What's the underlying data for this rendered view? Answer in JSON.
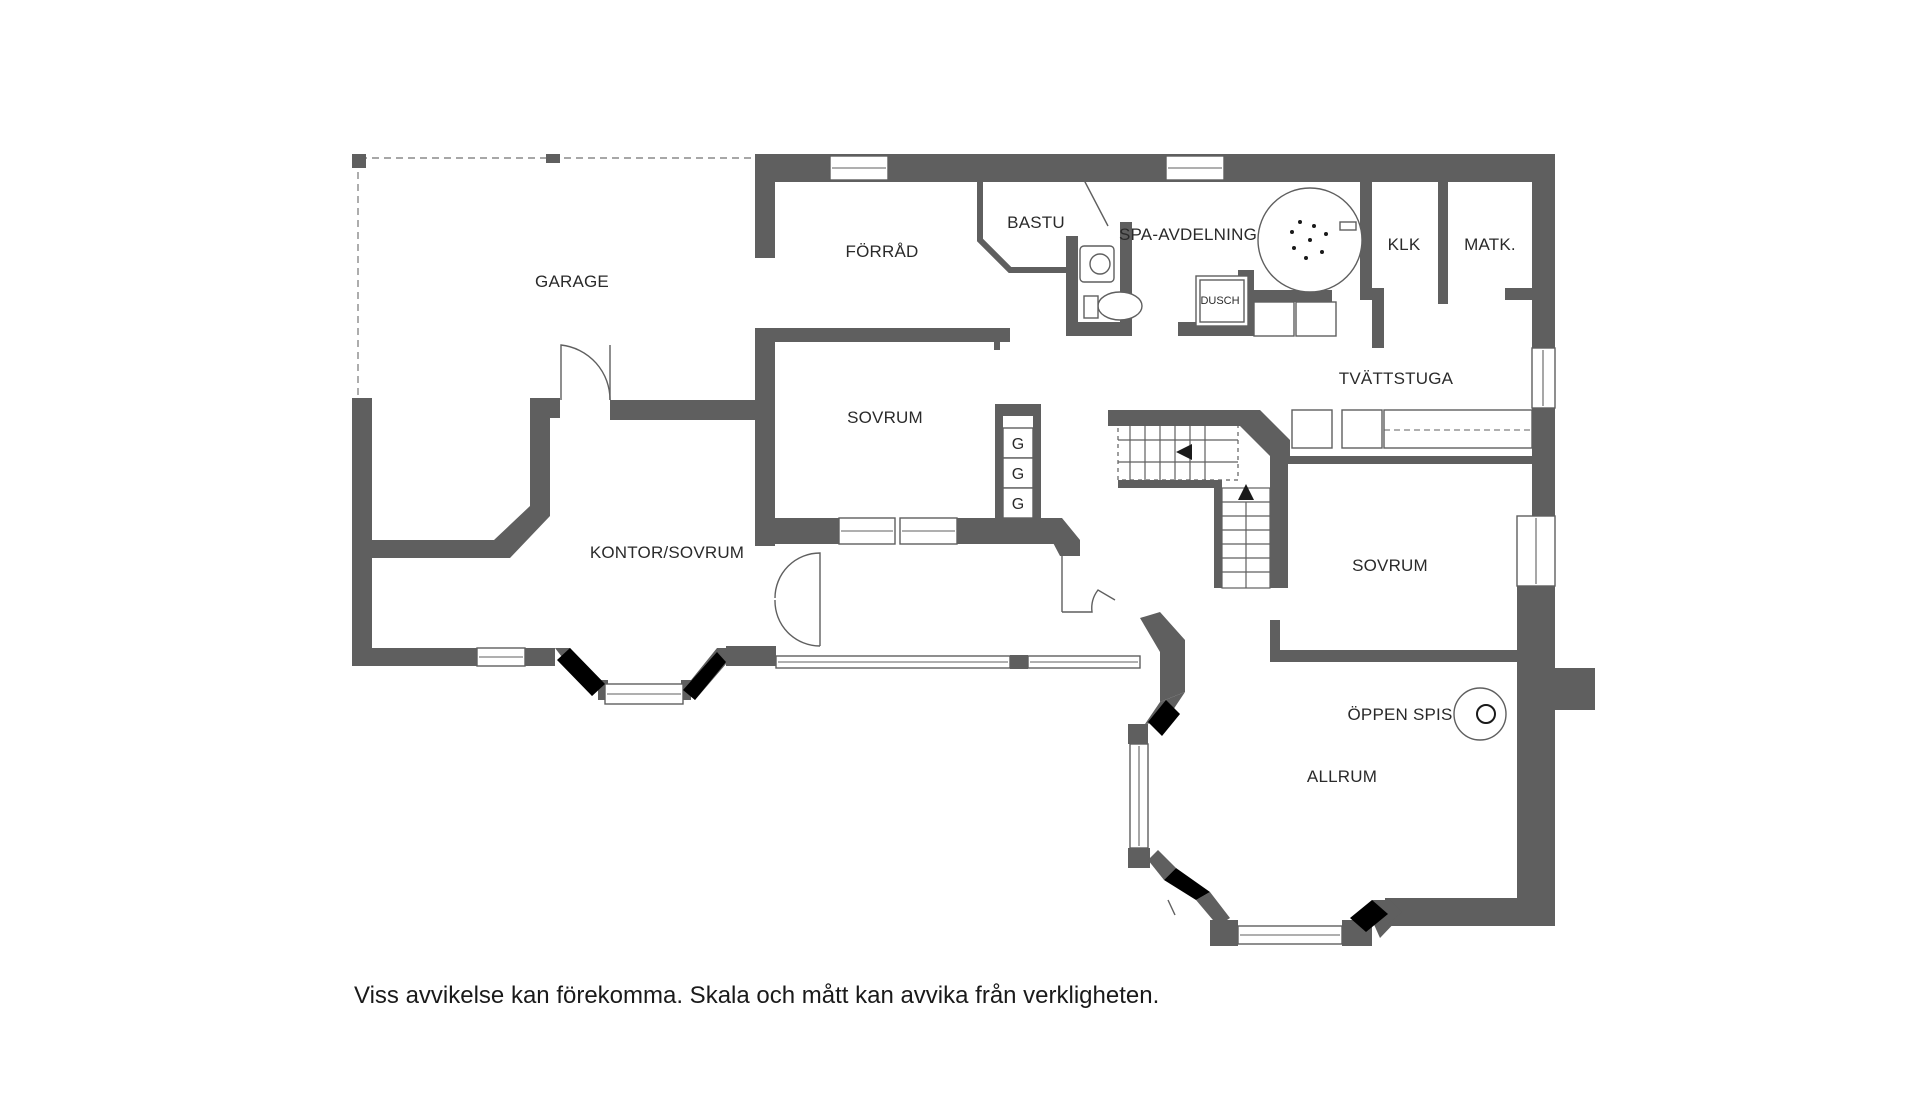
{
  "rooms": {
    "garage": "GARAGE",
    "forrad": "FÖRRÅD",
    "bastu": "BASTU",
    "spa": "SPA-AVDELNING",
    "dusch": "DUSCH",
    "klk": "KLK",
    "matk": "MATK.",
    "tvattstuga": "TVÄTTSTUGA",
    "sovrum_1": "SOVRUM",
    "sovrum_2": "SOVRUM",
    "kontor": "KONTOR/SOVRUM",
    "oppen_spis": "ÖPPEN SPIS",
    "allrum": "ALLRUM"
  },
  "closet_labels": [
    "G",
    "G",
    "G"
  ],
  "disclaimer": "Viss avvikelse kan förekomma. Skala och mått kan avvika från verkligheten.",
  "colors": {
    "wall": "#5f5f5f",
    "background": "#ffffff"
  }
}
